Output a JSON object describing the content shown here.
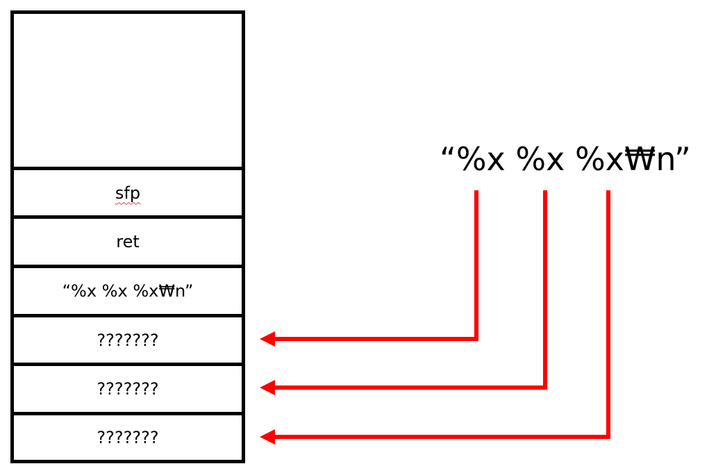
{
  "format_string": "“%x %x %x₩n”",
  "stack": {
    "top_cell": "",
    "sfp": "sfp",
    "ret": "ret",
    "format_arg": "“%x %x %x₩n”",
    "unknown_1": "???????",
    "unknown_2": "???????",
    "unknown_3": "???????"
  },
  "colors": {
    "arrow": "#ff0000",
    "border": "#000000"
  }
}
